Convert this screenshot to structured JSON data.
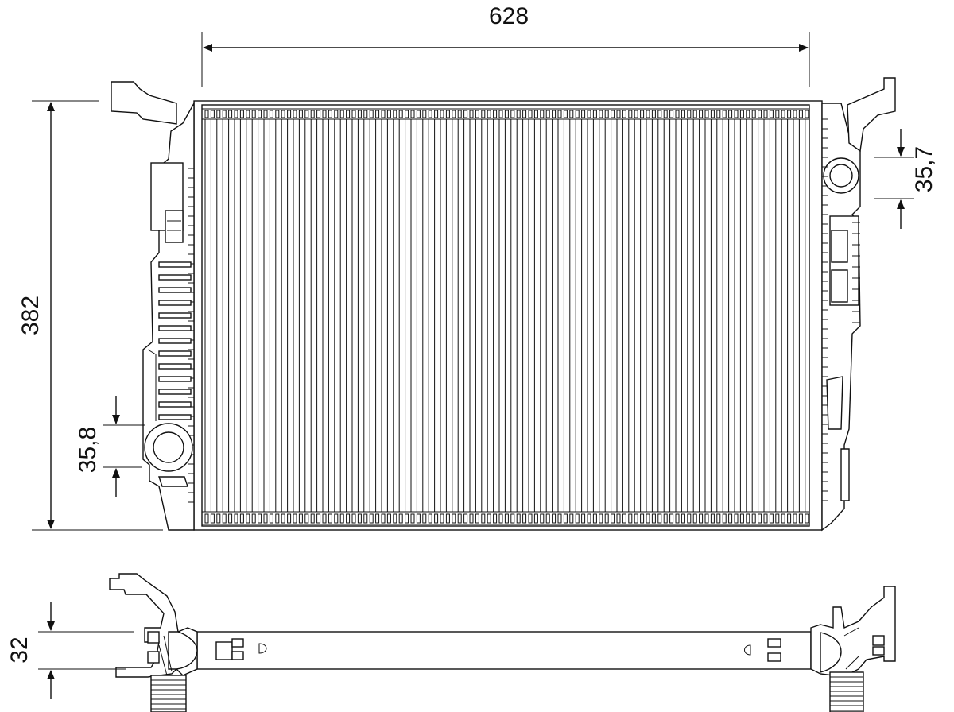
{
  "dimensions": {
    "width": "628",
    "height": "382",
    "inlet_diameter": "35,7",
    "outlet_diameter": "35,8",
    "core_thickness": "32"
  },
  "colors": {
    "line": "#111111",
    "background": "#ffffff"
  }
}
